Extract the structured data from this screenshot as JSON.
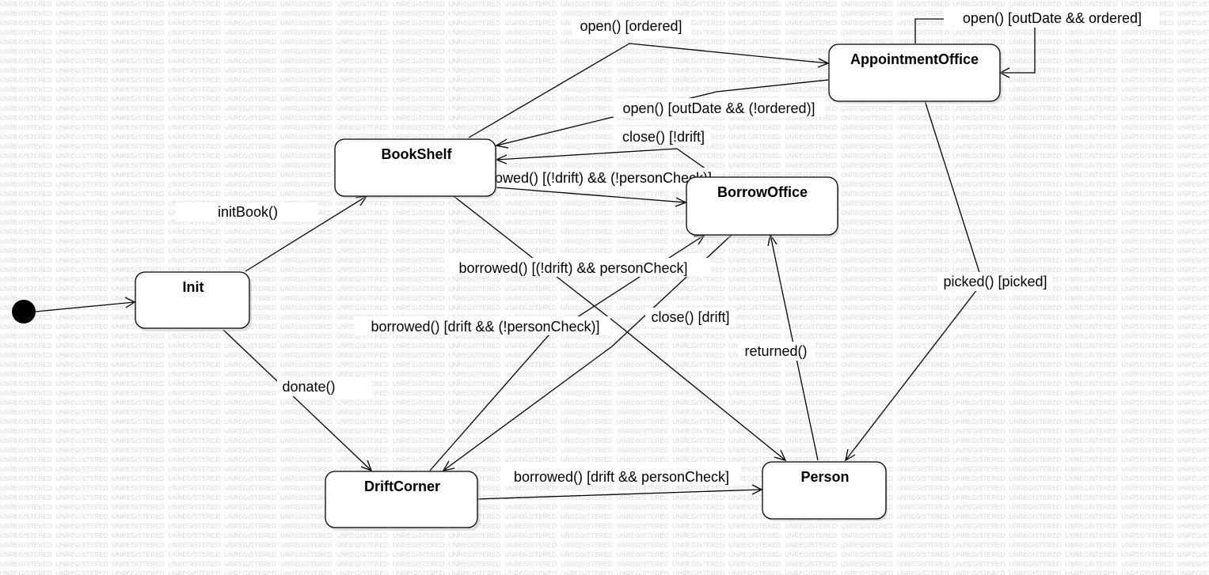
{
  "watermark_text": "UNREGISTERED",
  "initial_state": {
    "name": "initial"
  },
  "states": [
    {
      "id": "appointmentoffice",
      "name": "AppointmentOffice"
    },
    {
      "id": "bookshelf",
      "name": "BookShelf"
    },
    {
      "id": "borrowoffice",
      "name": "BorrowOffice"
    },
    {
      "id": "init",
      "name": "Init"
    },
    {
      "id": "driftcorner",
      "name": "DriftCorner"
    },
    {
      "id": "person",
      "name": "Person"
    }
  ],
  "transitions": [
    {
      "id": "t-init",
      "label": ""
    },
    {
      "id": "t-open-ordered",
      "label": "open() [ordered]"
    },
    {
      "id": "t-open-self",
      "label": "open() [outDate && ordered]"
    },
    {
      "id": "t-open-notordered",
      "label": "open() [outDate && (!ordered)]"
    },
    {
      "id": "t-close-notdrift",
      "label": "close() [!drift]"
    },
    {
      "id": "t-borrowed-nodrift-nocheck",
      "label": "borrowed() [(!drift) && (!personCheck)]"
    },
    {
      "id": "t-initbook",
      "label": "initBook()"
    },
    {
      "id": "t-borrowed-nodrift-check",
      "label": "borrowed() [(!drift) && personCheck]"
    },
    {
      "id": "t-borrowed-drift-nocheck",
      "label": "borrowed() [drift && (!personCheck)]"
    },
    {
      "id": "t-close-drift",
      "label": "close() [drift]"
    },
    {
      "id": "t-picked",
      "label": "picked() [picked]"
    },
    {
      "id": "t-returned",
      "label": "returned()"
    },
    {
      "id": "t-donate",
      "label": "donate()"
    },
    {
      "id": "t-borrowed-drift-check",
      "label": "borrowed() [drift && personCheck]"
    }
  ]
}
